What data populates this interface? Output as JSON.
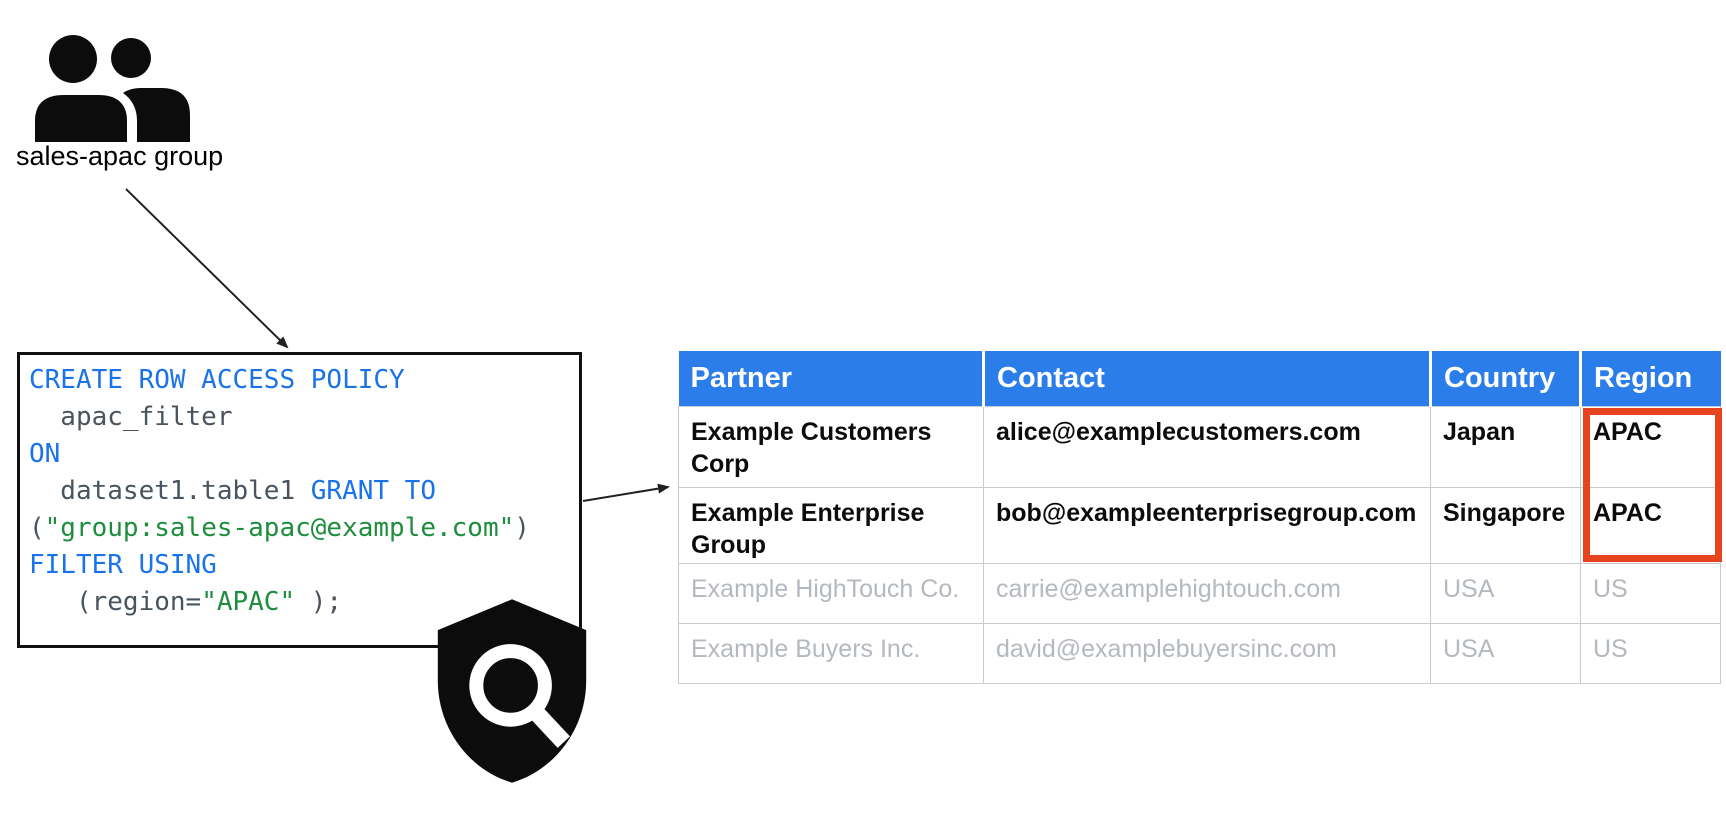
{
  "group_label": "sales-apac group",
  "icons": {
    "people": "people-group-icon",
    "shield": "shield-search-icon"
  },
  "code": {
    "l1": "CREATE ROW ACCESS POLICY",
    "l2": "  apac_filter",
    "l3": "ON",
    "l4a": "  dataset1.table1 ",
    "l4b": "GRANT TO",
    "l5a": "(",
    "l5b": "\"group:sales-apac@example.com\"",
    "l5c": ")",
    "l6": "FILTER USING",
    "l7a": "   (region=",
    "l7b": "\"APAC\"",
    "l7c": " );"
  },
  "table": {
    "columns": [
      "Partner",
      "Contact",
      "Country",
      "Region"
    ],
    "rows": [
      {
        "partner": "Example Customers Corp",
        "contact": "alice@examplecustomers.com",
        "country": "Japan",
        "region": "APAC",
        "access": "granted"
      },
      {
        "partner": "Example Enterprise Group",
        "contact": "bob@exampleenterprisegroup.com",
        "country": "Singapore",
        "region": "APAC",
        "access": "granted"
      },
      {
        "partner": "Example HighTouch Co.",
        "contact": "carrie@examplehightouch.com",
        "country": "USA",
        "region": "US",
        "access": "filtered-out"
      },
      {
        "partner": "Example Buyers Inc.",
        "contact": "david@examplebuyersinc.com",
        "country": "USA",
        "region": "US",
        "access": "filtered-out"
      }
    ]
  },
  "colors": {
    "header_blue": "#2b7de9",
    "highlight_red": "#e8431f",
    "keyword_blue": "#1a73e8",
    "identifier_gray": "#4a545e",
    "string_green": "#1e8e3e",
    "muted_row_text": "#b4b8bf",
    "table_border": "#c9ccce",
    "icon_black": "#0c0c0c"
  }
}
